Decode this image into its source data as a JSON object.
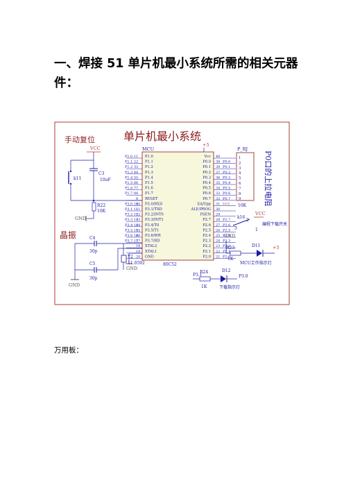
{
  "heading": "一、焊接 51 单片机最小系统所需的相关元器件：",
  "schematic": {
    "title": "单片机最小系统",
    "reset_section": "手动复位",
    "crystal_section": "晶振",
    "port_label": "P0口的上拉电阻",
    "chip_label": "MCU",
    "chip_name": "80C52",
    "left_pin_names": [
      "P1.0",
      "P1.1",
      "P1.2",
      "P1.3",
      "P1.4",
      "P1.5",
      "P1.6",
      "P1.7",
      "RESET",
      "P3.0/RXD",
      "P3.1/TXD",
      "P3.2/INT0",
      "P3.3/INT1",
      "P3.4/T0",
      "P3.5/T1",
      "P3.6/WR",
      "P3.7/RD",
      "XTAL2",
      "XTAL1",
      "GND"
    ],
    "left_pin_nums": [
      "1",
      "2",
      "3",
      "4",
      "5",
      "6",
      "7",
      "8",
      "9",
      "10",
      "11",
      "12",
      "13",
      "14",
      "15",
      "16",
      "17",
      "18",
      "19",
      "20"
    ],
    "left_nets": [
      "P1.0 1",
      "P1.1 2",
      "P1.2 3",
      "P1.3 4",
      "P1.4 5",
      "P1.5 6",
      "P1.6 7",
      "P1.7 8",
      "",
      "P3.0 10",
      "P3.1 11",
      "P3.2 12",
      "P3.3 13",
      "P3.4 14",
      "P3.5 15",
      "P3.6 16",
      "P3.7 17",
      "",
      "",
      ""
    ],
    "right_pin_names": [
      "Vcc",
      "P0.0",
      "P0.1",
      "P0.2",
      "P0.3",
      "P0.4",
      "P0.5",
      "P0.6",
      "P0.7",
      "EA/Vpp",
      "ALE/PROG",
      "PSEN",
      "P2.7",
      "P2.6",
      "P2.5",
      "P2.4",
      "P2.3",
      "P2.2",
      "P2.1",
      "P2.0"
    ],
    "right_pin_nums": [
      "40",
      "39",
      "38",
      "37",
      "36",
      "35",
      "34",
      "33",
      "32",
      "31",
      "30",
      "29",
      "28",
      "27",
      "26",
      "25",
      "24",
      "23",
      "22",
      "21"
    ],
    "right_nets": [
      "",
      "P0.0",
      "P0.1",
      "P0.2",
      "P0.3",
      "P0.4",
      "P0.5",
      "P0.6",
      "P0.7",
      "VCC",
      "",
      "",
      "P2.7",
      "P2.6",
      "P2.5",
      "P2.4",
      "P2.3",
      "P2.2",
      "P2.1",
      "P2.0"
    ],
    "rpack_label": "P_RJ",
    "rpack_pins": [
      "1",
      "2",
      "3",
      "4",
      "5",
      "6",
      "7",
      "8",
      "9"
    ],
    "rpack_value": "10K",
    "vcc": "VCC",
    "plus5": "+5",
    "gnd": "GND",
    "k11": "k11",
    "c3": "C3",
    "c3_val": "10uF",
    "r22": "R22",
    "r22_val": "10K",
    "c4": "C4",
    "c4_val": "30p",
    "c5": "C5",
    "c5_val": "30p",
    "y2": "Y2",
    "y2_val": "11.0592",
    "k16": "k16",
    "sw_pin2": "2",
    "sw_pin3": "3",
    "sw_pin1": "1",
    "prog_switch": "编程下载开关",
    "r23": "R23",
    "r23_val": "1K",
    "d11": "D11",
    "mcu_led": "MCU工作指示灯",
    "r24": "R24",
    "r24_val": "1K",
    "d12": "D12",
    "p31": "P3.1",
    "p30": "P3.0",
    "dl_led": "下载指示灯"
  },
  "caption": "万用板：",
  "colors": {
    "frame": "#b03a2e",
    "wire": "#1a1aa6",
    "text": "#1a1aa6",
    "label": "#8b1a1a",
    "pinbox": "#f7f7dc",
    "gnd": "#555555"
  }
}
